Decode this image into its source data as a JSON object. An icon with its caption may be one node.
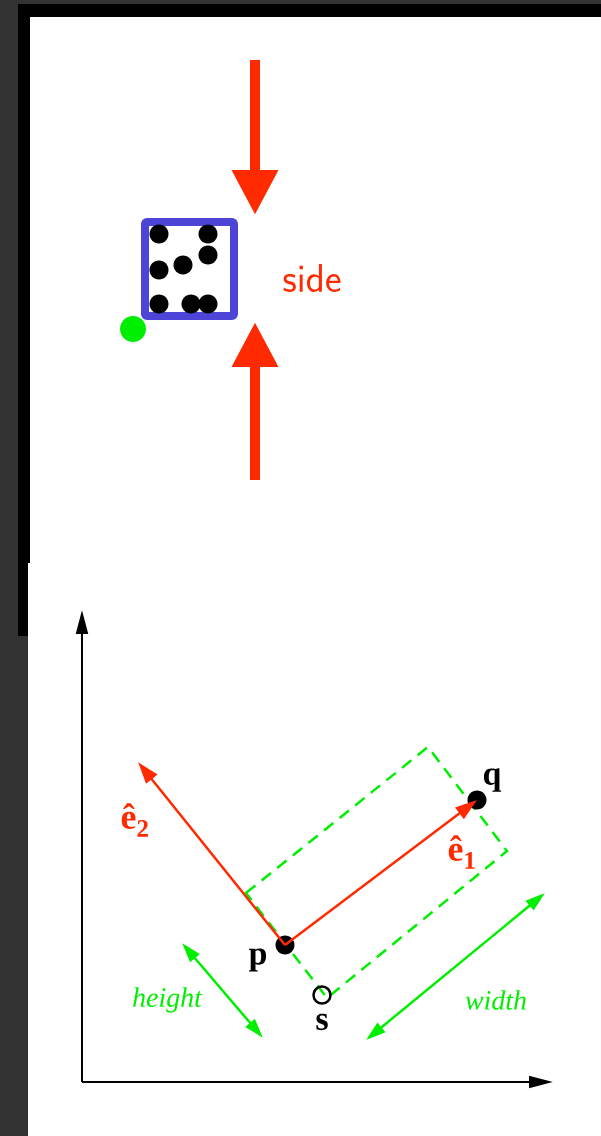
{
  "diagram": {
    "nodes": [
      {
        "text": [],
        "shape": "circle",
        "beside": [
          "p"
        ]
      },
      {
        "text": [],
        "shape": "circle",
        "beside": [
          "q"
        ]
      },
      {
        "text": [],
        "shape": "circle",
        "beside": [
          "s"
        ]
      }
    ],
    "edges": [
      {
        "from": 0,
        "to": 1,
        "arrow": "to",
        "label": "ê$_{1}$"
      },
      {
        "from": 0,
        "to": null,
        "arrow": "to",
        "label": "ê$_{2}$"
      }
    ],
    "labels": [
      "side",
      "height",
      "width"
    ]
  }
}
